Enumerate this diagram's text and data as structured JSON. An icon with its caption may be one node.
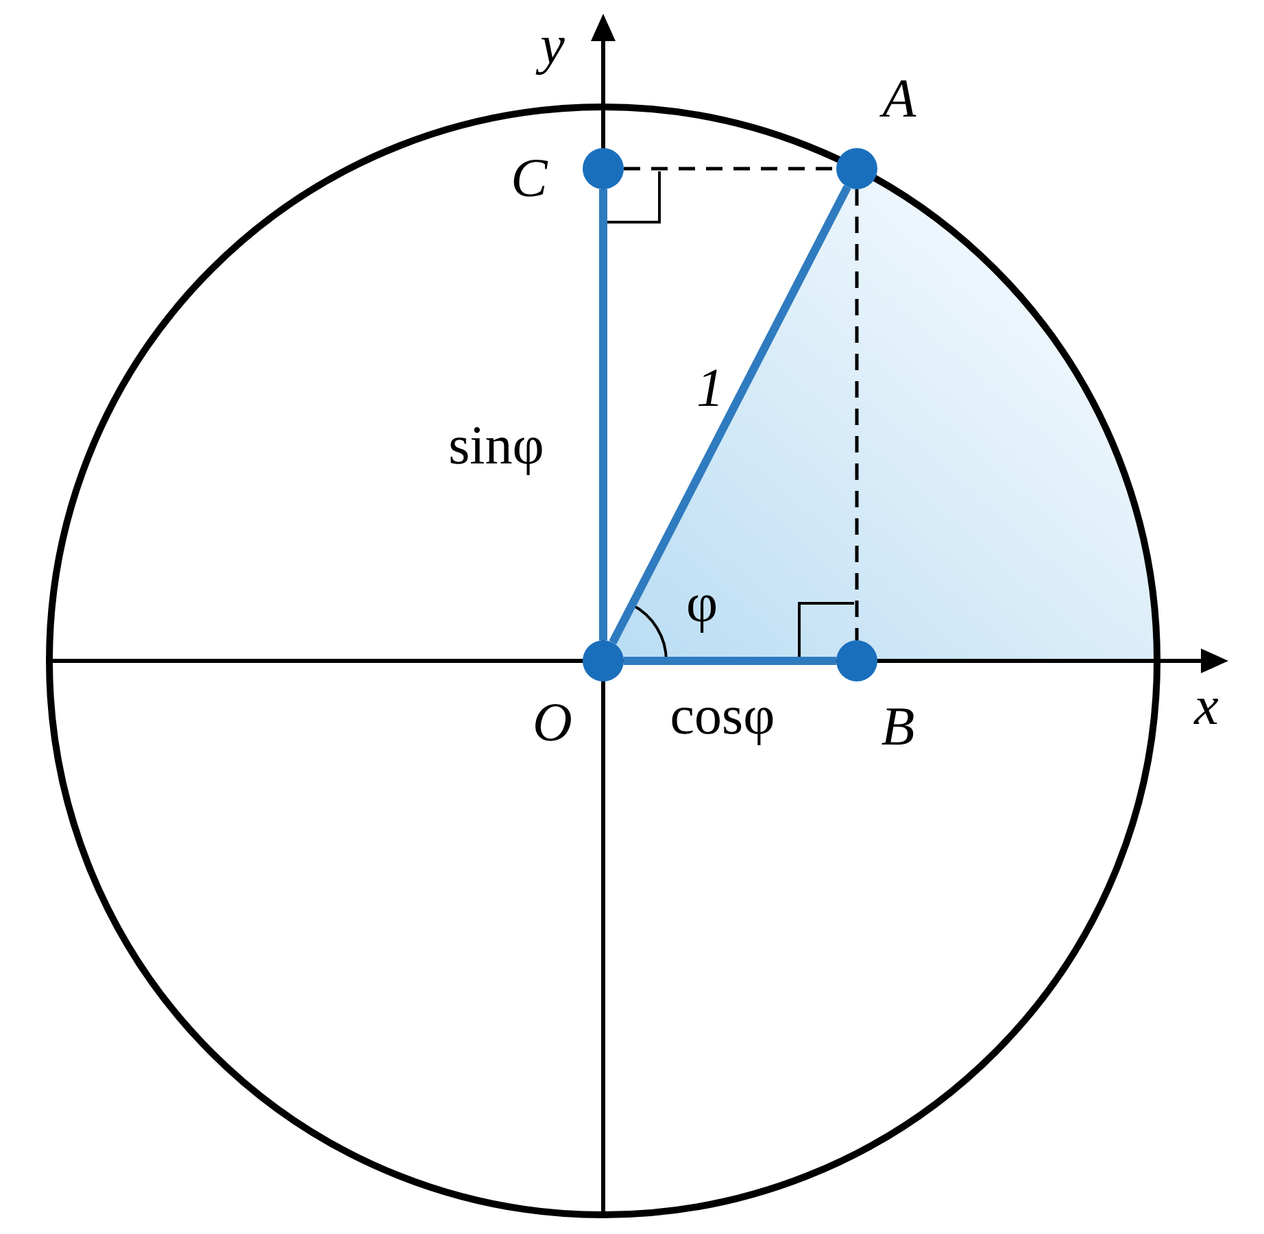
{
  "diagram": {
    "nodes": [
      {
        "text": [],
        "shape": "circle",
        "beside": [
          "O"
        ]
      },
      {
        "text": [],
        "shape": "circle",
        "beside": [
          "A"
        ]
      },
      {
        "text": [],
        "shape": "circle",
        "beside": [
          "B"
        ]
      },
      {
        "text": [],
        "shape": "circle",
        "beside": [
          "C"
        ]
      }
    ],
    "edges": [
      {
        "from": 0,
        "to": 1,
        "arrow": "none",
        "label": "1"
      },
      {
        "from": 0,
        "to": 2,
        "arrow": "none",
        "label": "cosφ"
      },
      {
        "from": 0,
        "to": 3,
        "arrow": "none",
        "label": "sinφ"
      },
      {
        "from": 1,
        "to": 2,
        "arrow": "none",
        "style": "dashed",
        "color": "#000000"
      },
      {
        "from": 3,
        "to": 1,
        "arrow": "none",
        "style": "dashed",
        "color": "#000000"
      }
    ],
    "labels": [
      "y",
      "x",
      "φ"
    ]
  }
}
